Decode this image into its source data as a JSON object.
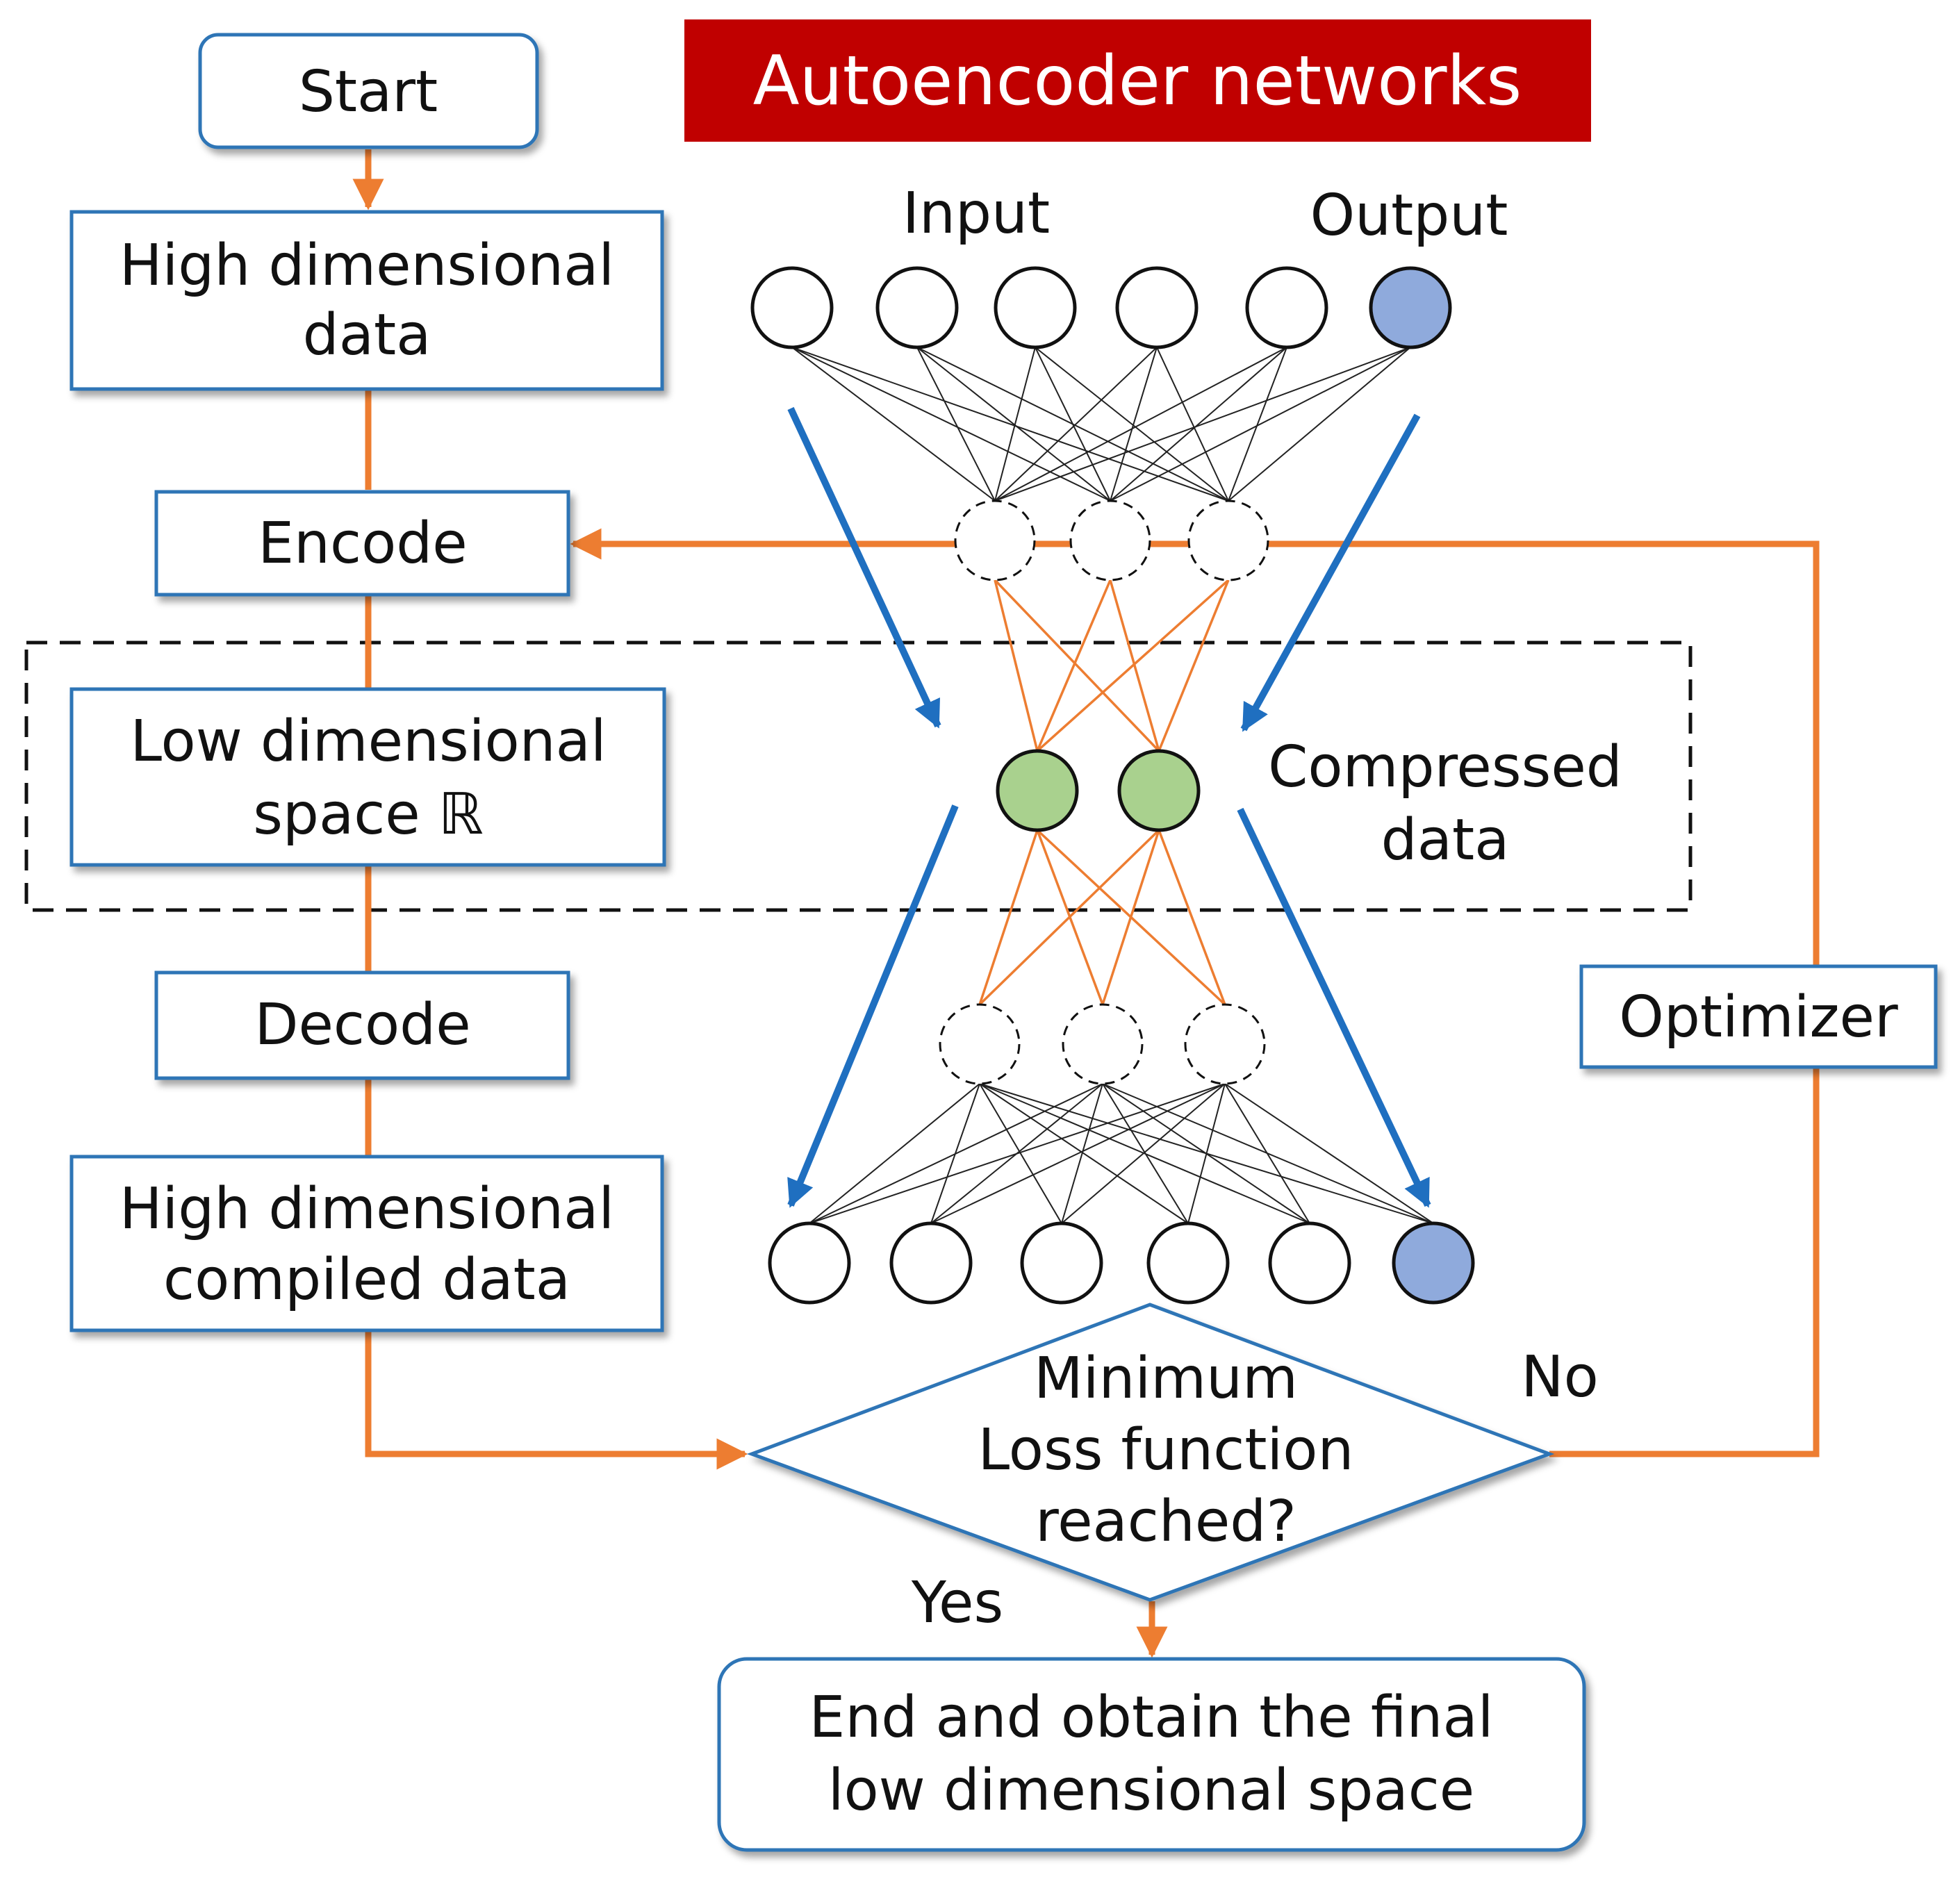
{
  "title": "Autoencoder networks",
  "flow": {
    "start": "Start",
    "high_dim_data": [
      "High dimensional",
      "data"
    ],
    "encode": "Encode",
    "low_dim_space": [
      "Low dimensional",
      "space ℝ"
    ],
    "decode": "Decode",
    "high_dim_compiled": [
      "High dimensional",
      "compiled data"
    ],
    "decision": [
      "Minimum",
      "Loss function",
      "reached?"
    ],
    "yes_label": "Yes",
    "no_label": "No",
    "optimizer": "Optimizer",
    "end": [
      "End and obtain the final",
      "low dimensional space"
    ]
  },
  "network": {
    "input_label": "Input",
    "output_label": "Output",
    "compressed_label": [
      "Compressed",
      "data"
    ]
  },
  "colors": {
    "title_bg": "#c00000",
    "box_border": "#2e75b6",
    "flow_arrow": "#ed7d31",
    "direction_arrow": "#1f6fc0",
    "compressed_node": "#a9d18e",
    "output_node": "#8faadc"
  }
}
